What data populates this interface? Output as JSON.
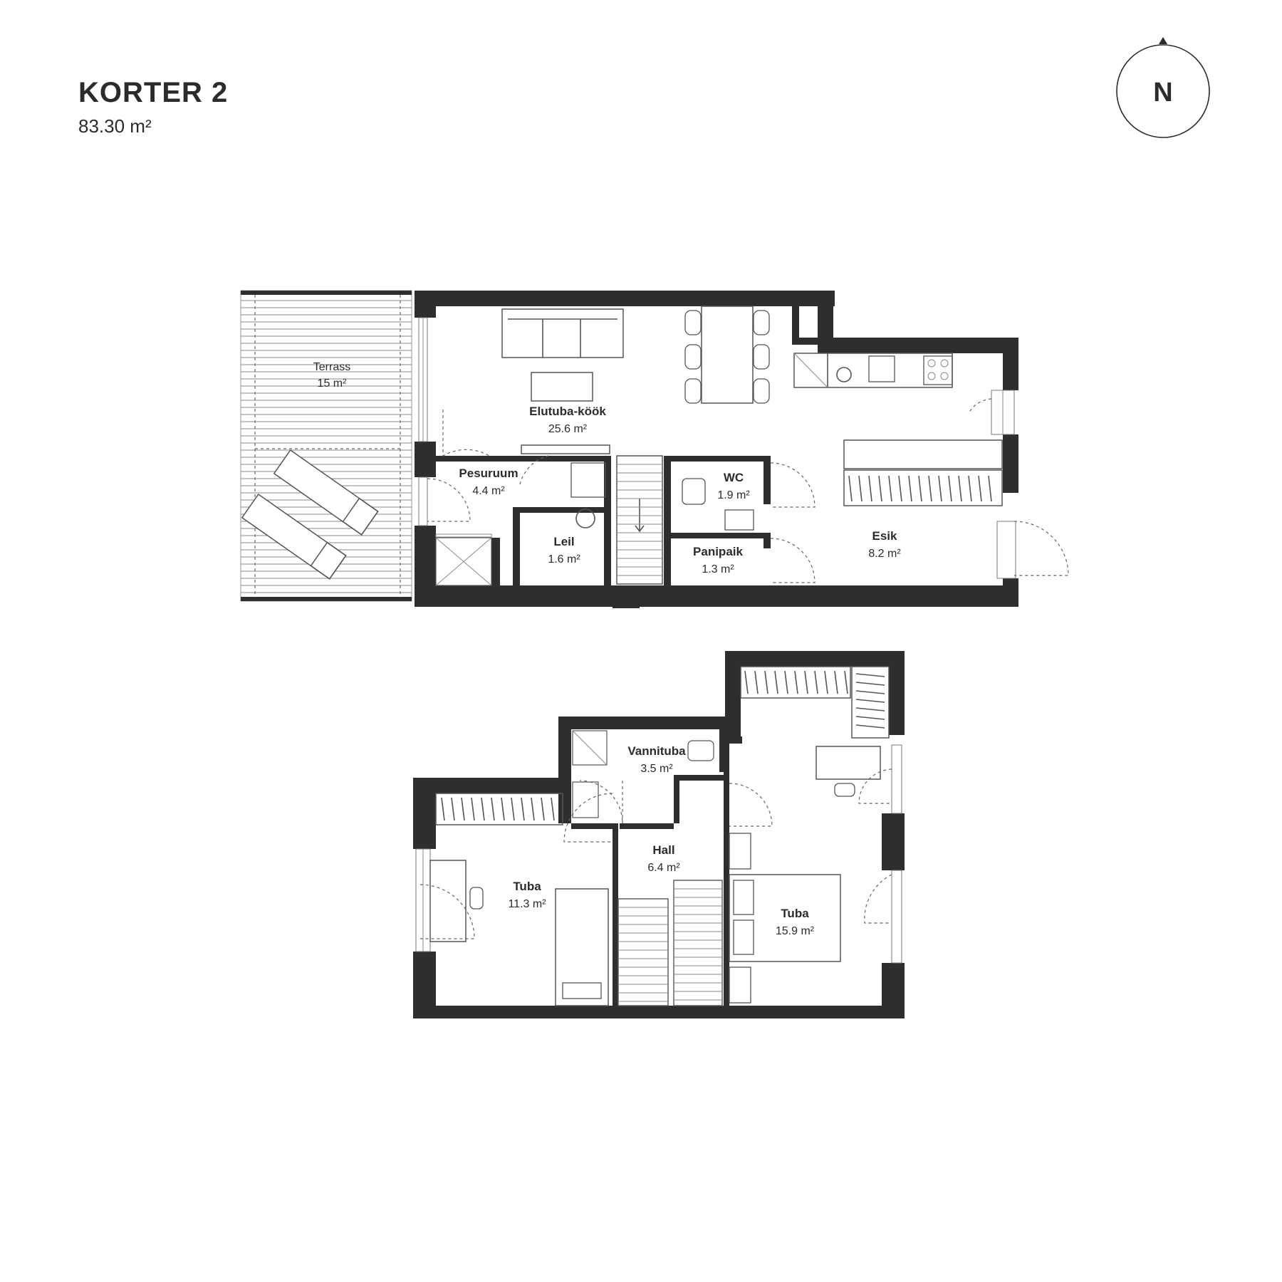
{
  "header": {
    "title": "KORTER 2",
    "total_area": "83.30 m²"
  },
  "compass": {
    "label": "N"
  },
  "rooms": {
    "terrass": {
      "name": "Terrass",
      "area": "15 m²"
    },
    "elutuba": {
      "name": "Elutuba-köök",
      "area": "25.6 m²"
    },
    "pesuruum": {
      "name": "Pesuruum",
      "area": "4.4 m²"
    },
    "leil": {
      "name": "Leil",
      "area": "1.6 m²"
    },
    "wc": {
      "name": "WC",
      "area": "1.9 m²"
    },
    "panipaik": {
      "name": "Panipaik",
      "area": "1.3 m²"
    },
    "esik": {
      "name": "Esik",
      "area": "8.2 m²"
    },
    "vannituba": {
      "name": "Vannituba",
      "area": "3.5 m²"
    },
    "hall": {
      "name": "Hall",
      "area": "6.4 m²"
    },
    "tuba1": {
      "name": "Tuba",
      "area": "11.3 m²"
    },
    "tuba2": {
      "name": "Tuba",
      "area": "15.9 m²"
    }
  },
  "colors": {
    "wall": "#2e2e2e",
    "text": "#2b2b2b",
    "furniture": "#555555"
  }
}
